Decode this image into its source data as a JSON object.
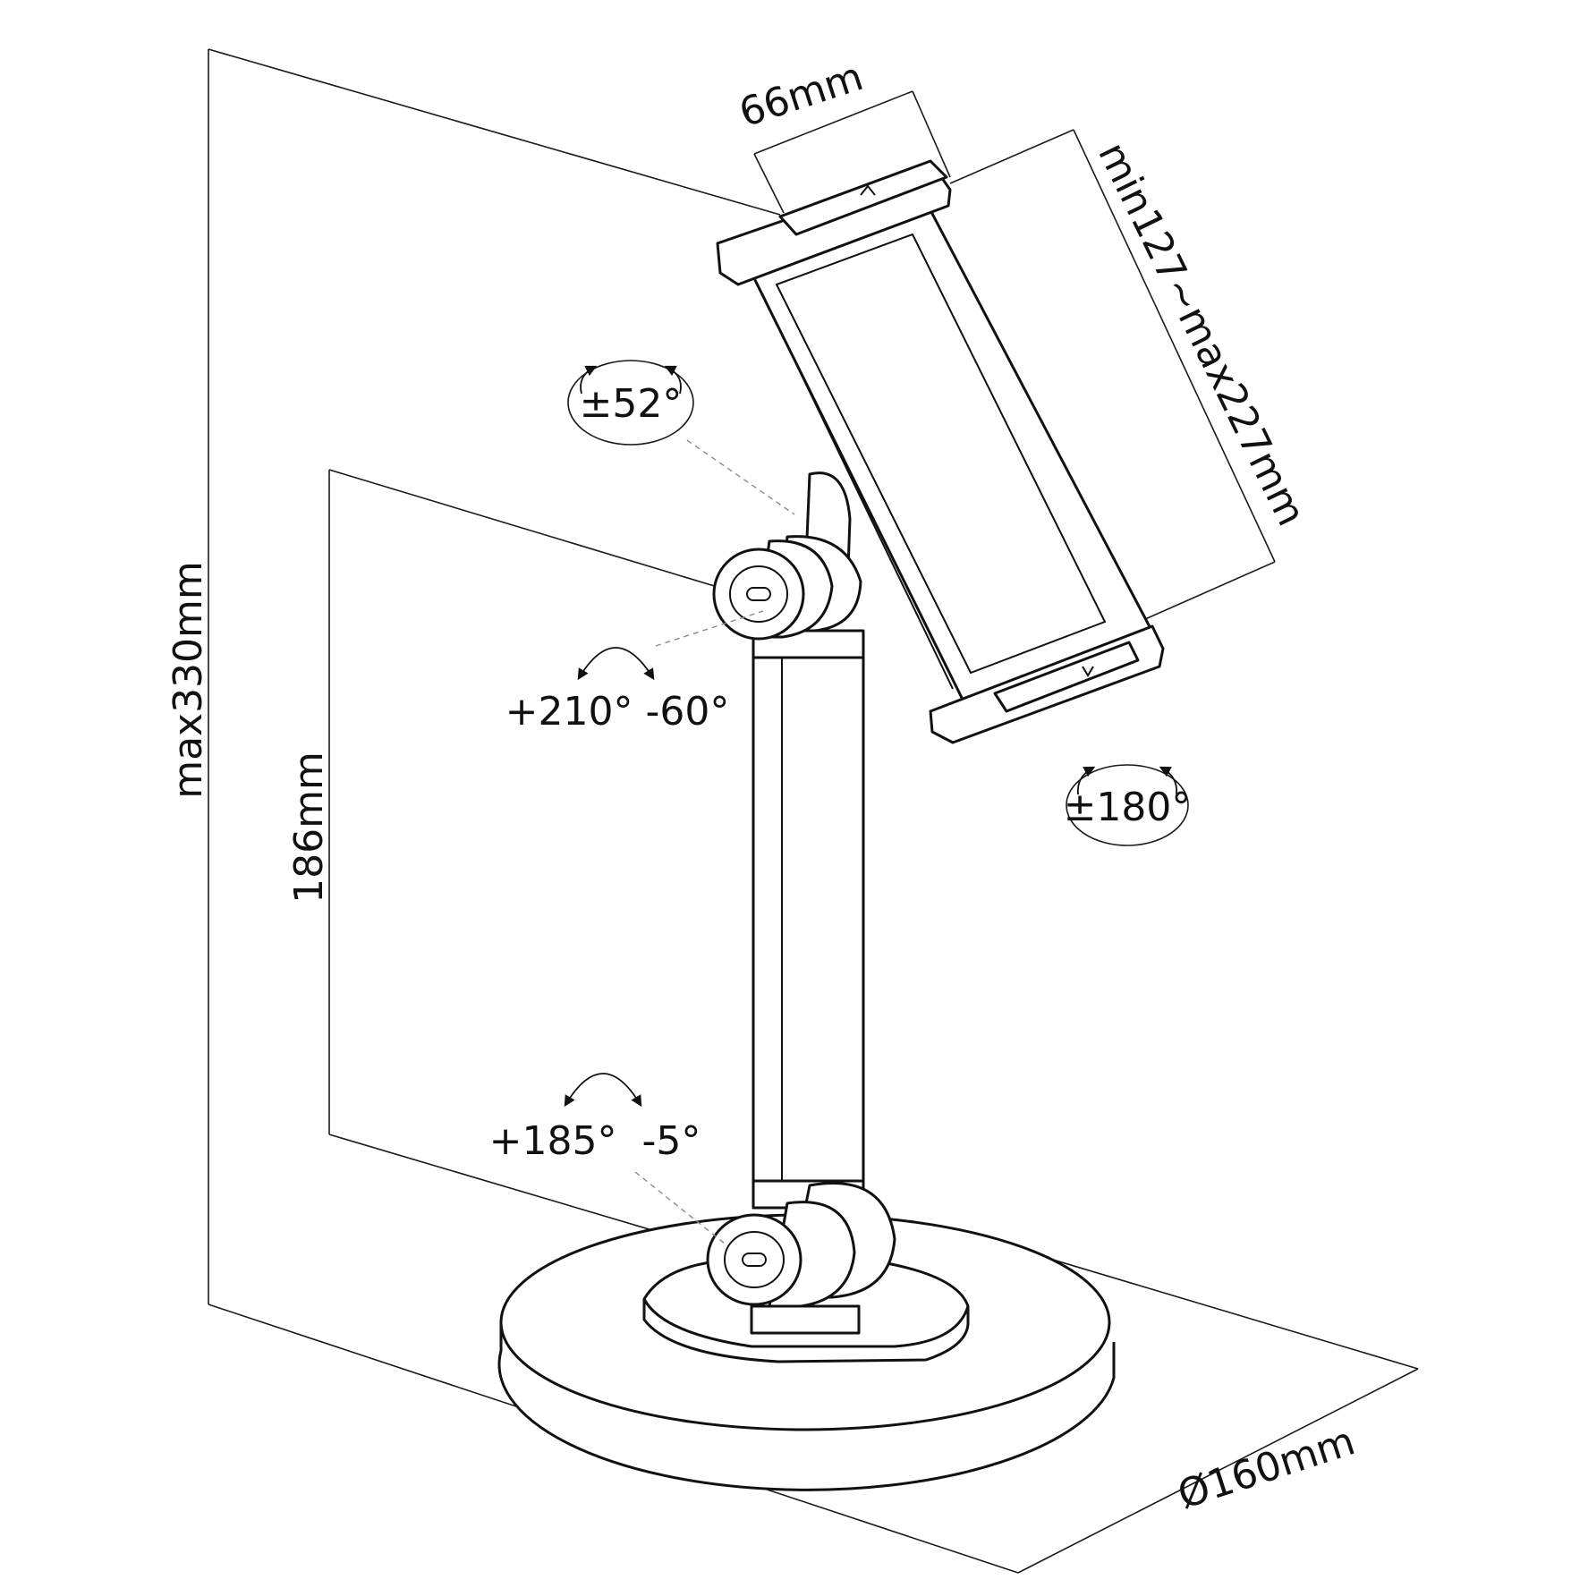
{
  "labels": {
    "width": "66mm",
    "height_range": "min127~max227mm",
    "max_height": "max330mm",
    "arm_height": "186mm",
    "base_diameter": "Ø160mm",
    "tilt": "±52°",
    "upper_joint": "+210° -60°",
    "lower_joint": "+185°  -5°",
    "rotation": "±180°"
  },
  "colors": {
    "line": "#111111",
    "thin_line": "#1a1a1a",
    "leader": "#8a8a8a",
    "background": "#ffffff"
  }
}
